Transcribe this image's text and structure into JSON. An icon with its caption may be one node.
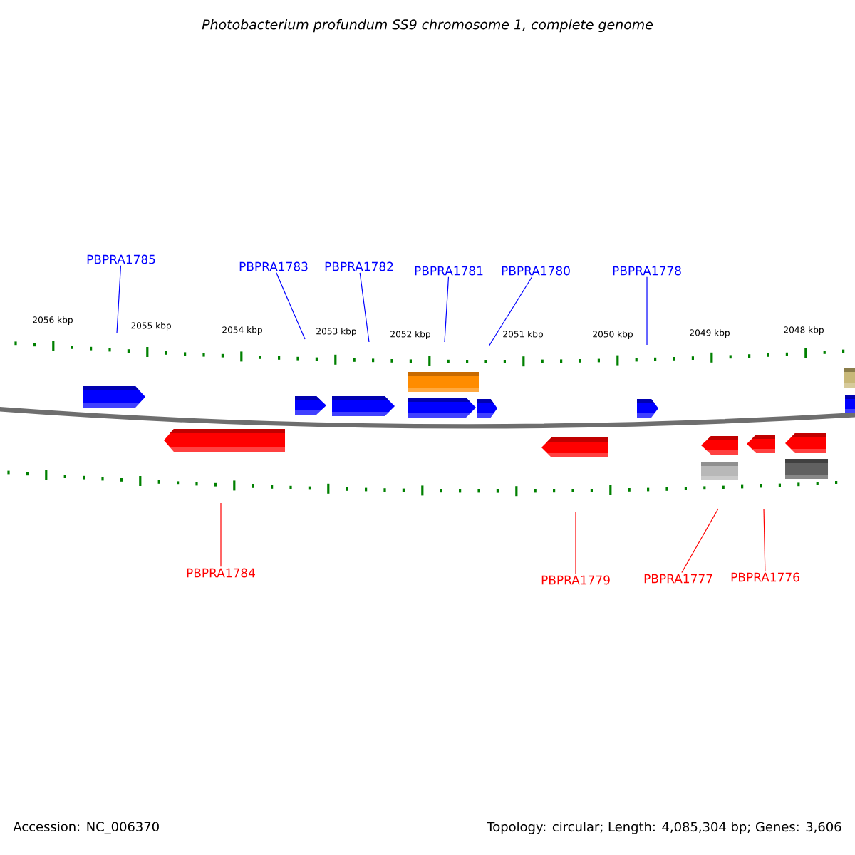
{
  "diagram": {
    "title": "Photobacterium profundum SS9 chromosome 1, complete genome",
    "nodes": [
      {
        "text": [
          "PBPRA1785"
        ]
      },
      {
        "text": [
          "PBPRA1783"
        ]
      },
      {
        "text": [
          "PBPRA1782"
        ]
      },
      {
        "text": [
          "PBPRA1781"
        ]
      },
      {
        "text": [
          "PBPRA1780"
        ]
      },
      {
        "text": [
          "PBPRA1778"
        ]
      },
      {
        "text": [
          "PBPRA1784"
        ]
      },
      {
        "text": [
          "PBPRA1779"
        ]
      },
      {
        "text": [
          "PBPRA1777"
        ]
      },
      {
        "text": [
          "PBPRA1776"
        ]
      }
    ],
    "edges": [
      {
        "from": 0,
        "to": null,
        "arrow": "none"
      },
      {
        "from": 1,
        "to": null,
        "arrow": "none"
      },
      {
        "from": 2,
        "to": null,
        "arrow": "none"
      },
      {
        "from": 3,
        "to": null,
        "arrow": "none"
      },
      {
        "from": 4,
        "to": null,
        "arrow": "none"
      },
      {
        "from": 5,
        "to": null,
        "arrow": "none"
      },
      {
        "from": 6,
        "to": null,
        "arrow": "none",
        "color": "#ff0000"
      },
      {
        "from": 7,
        "to": null,
        "arrow": "none",
        "color": "#ff0000"
      },
      {
        "from": 8,
        "to": null,
        "arrow": "none",
        "color": "#ff0000"
      },
      {
        "from": 9,
        "to": null,
        "arrow": "none",
        "color": "#ff0000"
      }
    ],
    "labels": [
      "2056 kbp",
      "2055 kbp",
      "2054 kbp",
      "2053 kbp",
      "2052 kbp",
      "2051 kbp",
      "2050 kbp",
      "2049 kbp",
      "2048 kbp",
      "Accession: NC_006370",
      "Topology: circular; Length: 4,085,304 bp; Genes: 3,606"
    ]
  }
}
